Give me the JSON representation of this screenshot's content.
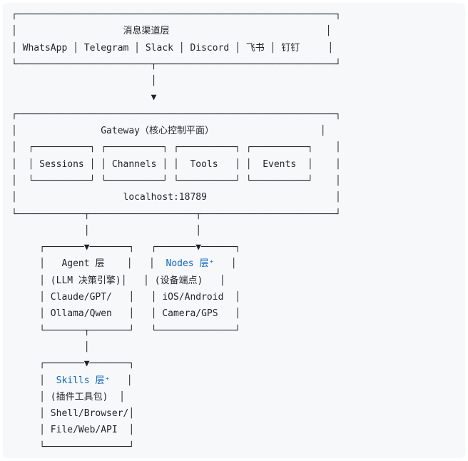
{
  "colors": {
    "page_bg": "#ffffff",
    "block_bg": "#f6f8fa",
    "text": "#1f2328",
    "link": "#0969da"
  },
  "diagram": {
    "lines": [
      {
        "segments": [
          {
            "text": "┌─────────────────────────────────────────────────────────┐"
          }
        ]
      },
      {
        "segments": [
          {
            "text": "│                   消息渠道层                            │"
          }
        ]
      },
      {
        "segments": [
          {
            "text": "│ WhatsApp │ Telegram │ Slack │ Discord │ 飞书 │ 钉钉     │"
          }
        ]
      },
      {
        "segments": [
          {
            "text": "└────────────────────────┬────────────────────────────────┘"
          }
        ]
      },
      {
        "segments": [
          {
            "text": "                         │"
          }
        ]
      },
      {
        "segments": [
          {
            "text": "                         ▼"
          }
        ]
      },
      {
        "segments": [
          {
            "text": "┌─────────────────────────────────────────────────────────┐"
          }
        ]
      },
      {
        "segments": [
          {
            "text": "│               Gateway（核心控制平面）                   │"
          }
        ]
      },
      {
        "segments": [
          {
            "text": "│  ┌──────────┐ ┌──────────┐ ┌──────────┐ ┌──────────┐    │"
          }
        ]
      },
      {
        "segments": [
          {
            "text": "│  │ Sessions │ │ Channels │ │  Tools   │ │  Events  │    │"
          }
        ]
      },
      {
        "segments": [
          {
            "text": "│  └──────────┘ └──────────┘ └──────────┘ └──────────┘    │"
          }
        ]
      },
      {
        "segments": [
          {
            "text": "│                   localhost:18789                       │"
          }
        ]
      },
      {
        "segments": [
          {
            "text": "└────────────┬───────────────────┬────────────────────────┘"
          }
        ]
      },
      {
        "segments": [
          {
            "text": "             │                   │"
          }
        ]
      },
      {
        "segments": [
          {
            "text": "     ┌───────▼───────┐   ┌───────▼──────┐"
          }
        ]
      },
      {
        "segments": [
          {
            "text": "     │   Agent 层    │   │  "
          },
          {
            "text": "Nodes 层⁺",
            "link": true,
            "name": "nodes-layer-link"
          },
          {
            "text": "   │"
          }
        ]
      },
      {
        "segments": [
          {
            "text": "     │ (LLM 决策引擎)│   │ (设备端点)   │"
          }
        ]
      },
      {
        "segments": [
          {
            "text": "     │ Claude/GPT/   │   │ iOS/Android  │"
          }
        ]
      },
      {
        "segments": [
          {
            "text": "     │ Ollama/Qwen   │   │ Camera/GPS   │"
          }
        ]
      },
      {
        "segments": [
          {
            "text": "     └───────┬───────┘   └──────────────┘"
          }
        ]
      },
      {
        "segments": [
          {
            "text": "             │"
          }
        ]
      },
      {
        "segments": [
          {
            "text": "     ┌───────▼───────┐"
          }
        ]
      },
      {
        "segments": [
          {
            "text": "     │  "
          },
          {
            "text": "Skills 层⁺",
            "link": true,
            "name": "skills-layer-link"
          },
          {
            "text": "   │"
          }
        ]
      },
      {
        "segments": [
          {
            "text": "     │ (插件工具包)  │"
          }
        ]
      },
      {
        "segments": [
          {
            "text": "     │ Shell/Browser/│"
          }
        ]
      },
      {
        "segments": [
          {
            "text": "     │ File/Web/API  │"
          }
        ]
      },
      {
        "segments": [
          {
            "text": "     └───────────────┘"
          }
        ]
      }
    ]
  }
}
